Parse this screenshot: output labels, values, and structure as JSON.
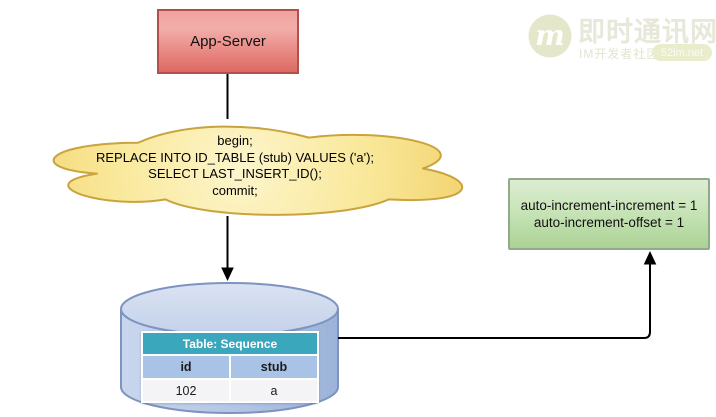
{
  "watermark": {
    "logo_letter": "m",
    "title": "即时通讯网",
    "subtitle": "IM开发者社区",
    "badge": "52im.net"
  },
  "nodes": {
    "app_server": {
      "label": "App-Server"
    },
    "sql_cloud": {
      "lines": [
        "begin;",
        "REPLACE INTO ID_TABLE (stub) VALUES ('a');",
        "SELECT LAST_INSERT_ID();",
        "commit;"
      ]
    },
    "config_box": {
      "lines": [
        "auto-increment-increment = 1",
        "auto-increment-offset = 1"
      ]
    },
    "database": {
      "title": "Table: Sequence",
      "columns": [
        "id",
        "stub"
      ],
      "rows": [
        [
          "102",
          "a"
        ]
      ]
    }
  },
  "colors": {
    "app_server_fill": "#e88884",
    "app_server_border": "#b2514c",
    "cloud_fill": "#f8e490",
    "cloud_border": "#c9a33e",
    "config_fill": "#c6e1b3",
    "config_border": "#93a98b",
    "cylinder_fill": "#b7c9e7",
    "cylinder_border": "#7e93c0",
    "table_caption_bg": "#3aa7bd",
    "table_header_bg": "#a8c3e6",
    "connector": "#000000"
  }
}
